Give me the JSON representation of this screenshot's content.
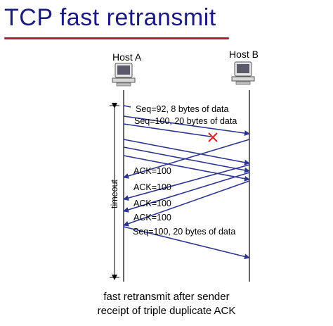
{
  "title": "TCP fast retransmit",
  "hosts": {
    "a": "Host A",
    "b": "Host B"
  },
  "labels": {
    "seg1": "Seq=92, 8 bytes of data",
    "seg2": "Seq=100, 20 bytes of data",
    "ack1": "ACK=100",
    "ack2": "ACK=100",
    "ack3": "ACK=100",
    "ack4": "ACK=100",
    "retx": "Seq=100, 20 bytes of data",
    "timeout": "timeout"
  },
  "caption": {
    "line1": "fast retransmit after sender",
    "line2": "receipt of triple duplicate ACK"
  },
  "colors": {
    "arrow": "#2c3590",
    "loss": "#d92020",
    "title": "#1a1a80",
    "underline": "#b0202a"
  }
}
